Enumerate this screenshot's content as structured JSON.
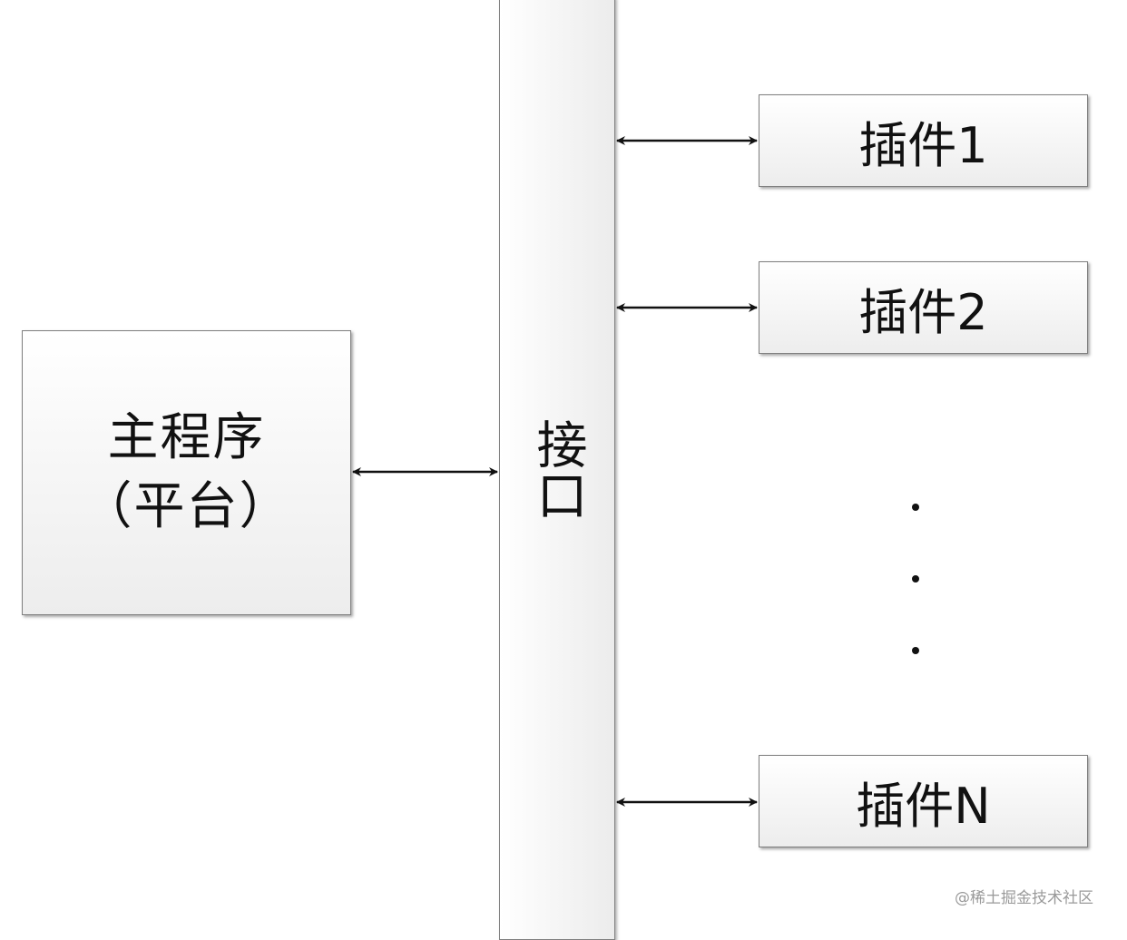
{
  "main_program": {
    "line1": "主程序",
    "line2": "（平台）"
  },
  "interface": {
    "label": "接口"
  },
  "plugins": [
    {
      "label": "插件1"
    },
    {
      "label": "插件2"
    },
    {
      "label": "插件N"
    }
  ],
  "ellipsis": "···",
  "watermark": "@稀土掘金技术社区"
}
